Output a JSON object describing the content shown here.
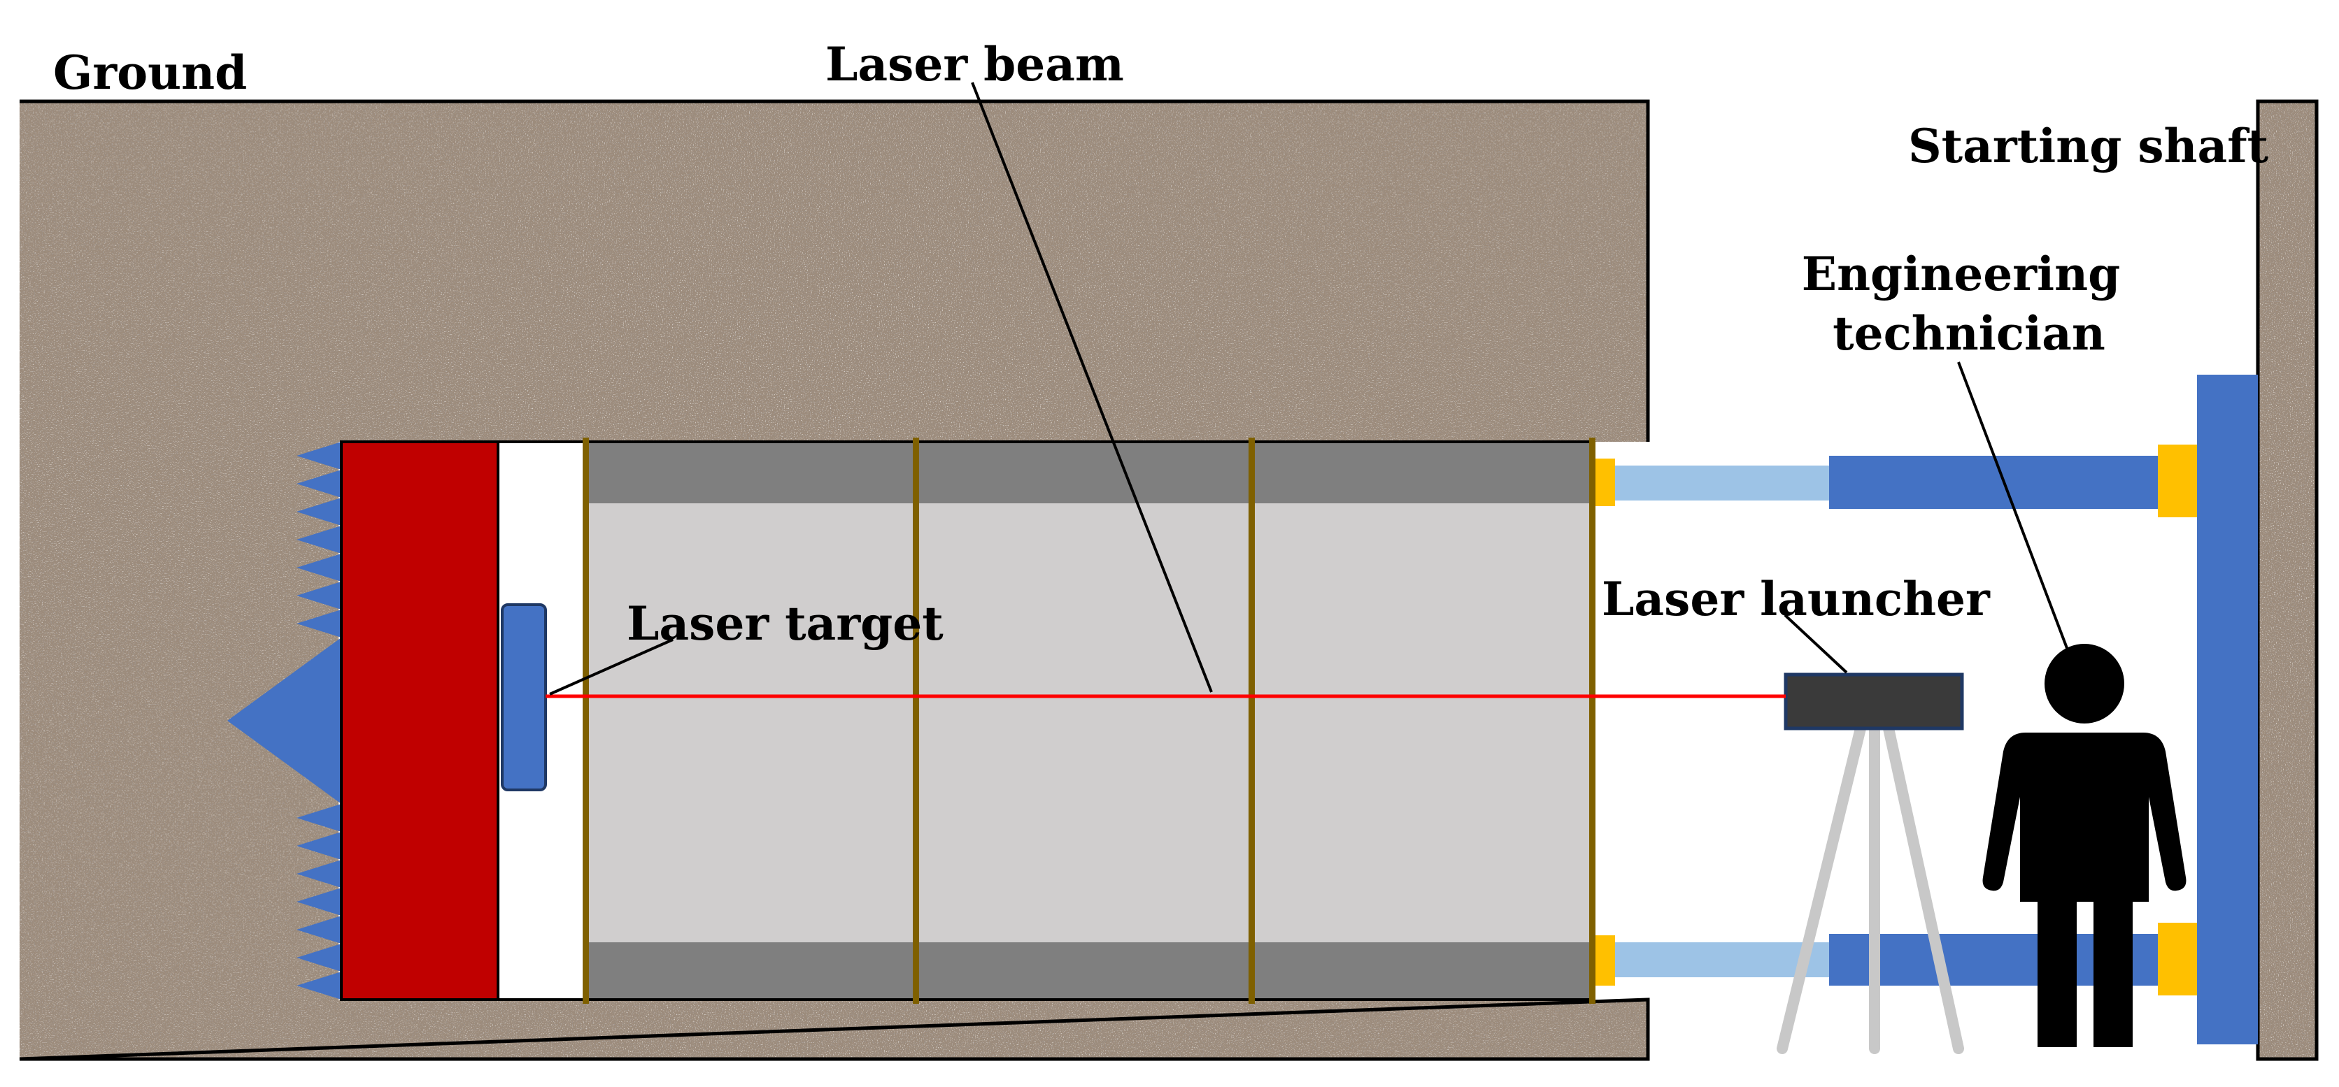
{
  "labels": {
    "ground": "Ground",
    "laser_beam": "Laser beam",
    "starting_shaft": "Starting shaft",
    "engineering_technician_line1": "Engineering",
    "engineering_technician_line2": "technician",
    "laser_target": "Laser target",
    "laser_launcher": "Laser launcher"
  },
  "colors": {
    "soil_base": "#9c8b7b",
    "cutter_head": "#c00000",
    "cutter_teeth": "#4472c4",
    "laser_target": "#4472c4",
    "pipe_wall": "#7f7f7f",
    "pipe_interior": "#d0cece",
    "pipe_joint": "#7f6000",
    "laser_beam": "#ff0000",
    "jack_rod": "#9dc3e6",
    "jack_cylinder": "#4472c4",
    "jack_connector": "#ffc000",
    "thrust_wall": "#4472c4",
    "launcher_body": "#3a3a3a",
    "tripod": "#c8c8c8",
    "technician": "#000000"
  }
}
